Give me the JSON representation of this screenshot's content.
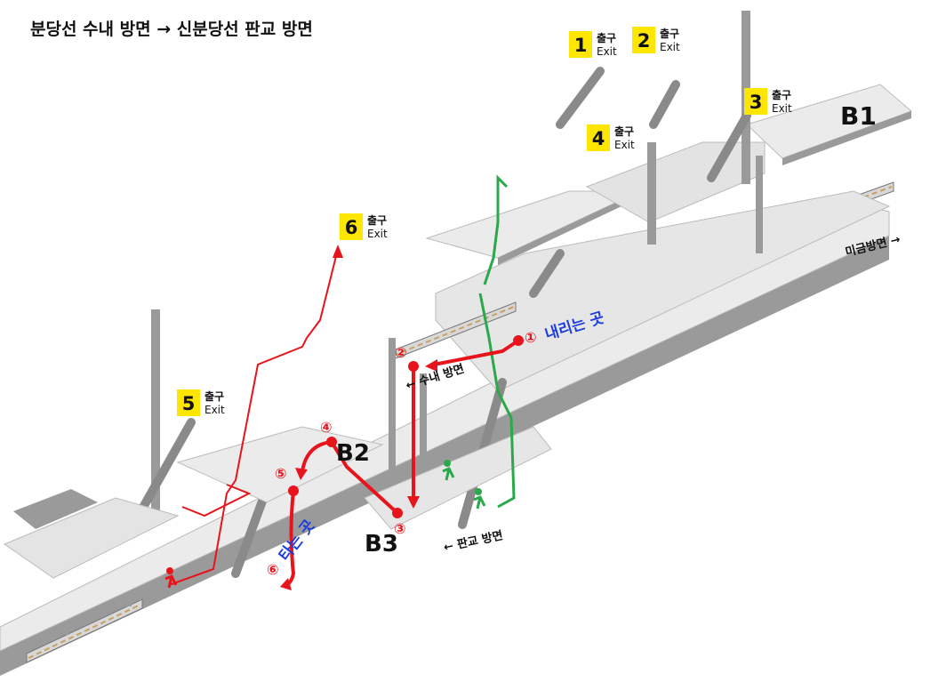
{
  "title": "분당선 수내 방면 → 신분당선 판교 방면",
  "exit_word": "출구",
  "exit_word_en": "Exit",
  "exits": [
    {
      "num": "1"
    },
    {
      "num": "2"
    },
    {
      "num": "3"
    },
    {
      "num": "4"
    },
    {
      "num": "5"
    },
    {
      "num": "6"
    }
  ],
  "levels": {
    "b1": "B1",
    "b2": "B2",
    "b3": "B3"
  },
  "directions": {
    "migeum": "미금방면 →",
    "sunae": "← 수내 방면",
    "pangyo": "← 판교 방면"
  },
  "labels": {
    "getoff": "내리는 곳",
    "boarding": "타는 곳"
  },
  "steps": [
    "①",
    "②",
    "③",
    "④",
    "⑤",
    "⑥"
  ],
  "colors": {
    "route": "#e8141c",
    "blue_text": "#1a3ce0",
    "exit_badge": "#ffe600",
    "green_path": "#2aa84a",
    "structure": "#8c8c8c",
    "floor": "#e9e9e9"
  }
}
